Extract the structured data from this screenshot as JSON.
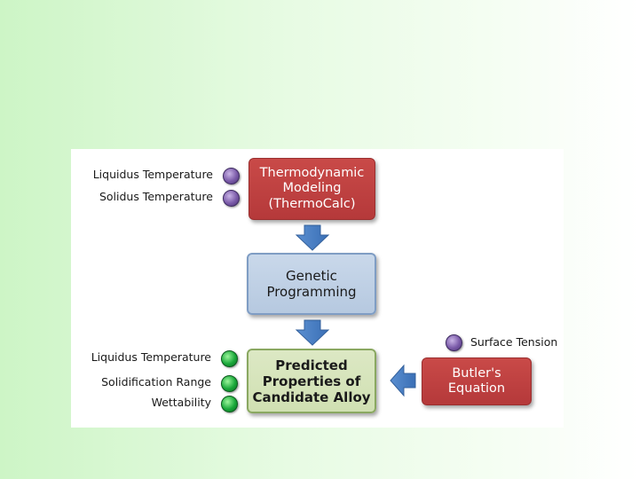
{
  "diagram": {
    "nodes": {
      "thermo": "Thermodynamic\nModeling\n(ThermoCalc)",
      "genetic": "Genetic\nProgramming",
      "predicted": "Predicted\nProperties of\nCandidate Alloy",
      "butler": "Butler's\nEquation"
    },
    "inputs_top": [
      "Liquidus Temperature",
      "Solidus Temperature"
    ],
    "outputs": [
      "Liquidus Temperature",
      "Solidification Range",
      "Wettability"
    ],
    "butler_input": "Surface Tension"
  },
  "colors": {
    "red_box": "#b5393a",
    "blue_box": "#b6c9e0",
    "green_box": "#d0e0b2",
    "arrow": "#4f81bd",
    "purple_dot": "#7a5aa8",
    "green_dot": "#1aa83a"
  },
  "icons": [
    "purple-dot-icon",
    "green-dot-icon",
    "down-arrow-icon",
    "left-arrow-icon"
  ]
}
